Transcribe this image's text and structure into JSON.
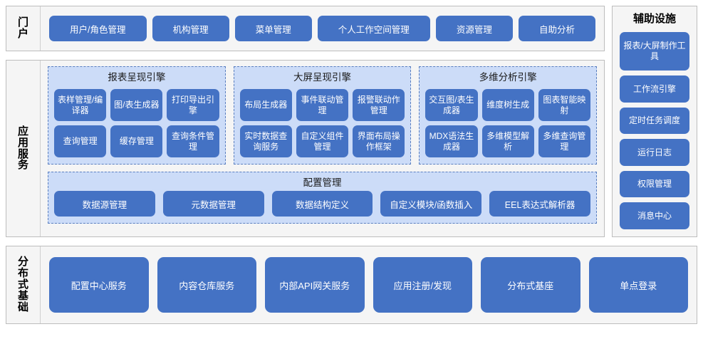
{
  "portal": {
    "band_label": "门户",
    "items": [
      {
        "label": "用户/角色管理"
      },
      {
        "label": "机构管理"
      },
      {
        "label": "菜单管理"
      },
      {
        "label": "个人工作空间管理"
      },
      {
        "label": "资源管理"
      },
      {
        "label": "自助分析"
      }
    ]
  },
  "app_services": {
    "band_label": "应用服务",
    "engines": [
      {
        "title": "报表呈现引擎",
        "tiles": [
          "表样管理/编译器",
          "图/表生成器",
          "打印导出引擎",
          "查询管理",
          "缓存管理",
          "查询条件管理"
        ]
      },
      {
        "title": "大屏呈现引擎",
        "tiles": [
          "布局生成器",
          "事件联动管理",
          "报警联动作管理",
          "实时数据查询服务",
          "自定义组件管理",
          "界面布局操作框架"
        ]
      },
      {
        "title": "多维分析引擎",
        "tiles": [
          "交互图/表生成器",
          "维度树生成",
          "图表智能映射",
          "MDX语法生成器",
          "多维模型解析",
          "多维查询管理"
        ]
      }
    ],
    "config": {
      "title": "配置管理",
      "items": [
        "数据源管理",
        "元数据管理",
        "数据结构定义",
        "自定义模块/函数插入",
        "EEL表达式解析器"
      ]
    }
  },
  "aux": {
    "title": "辅助设施",
    "items": [
      "报表/大屏制作工具",
      "工作流引擎",
      "定时任务调度",
      "运行日志",
      "权限管理",
      "消息中心"
    ]
  },
  "foundation": {
    "band_label": "分布式基础",
    "items": [
      "配置中心服务",
      "内容仓库服务",
      "内部API网关服务",
      "应用注册/发现",
      "分布式基座",
      "单点登录"
    ]
  },
  "colors": {
    "tile_blue": "#4472C4",
    "engine_bg": "#ccdcf8",
    "engine_border": "#5a7fc0",
    "panel_bg": "#f5f5f5",
    "panel_border": "#bdbdbd"
  }
}
